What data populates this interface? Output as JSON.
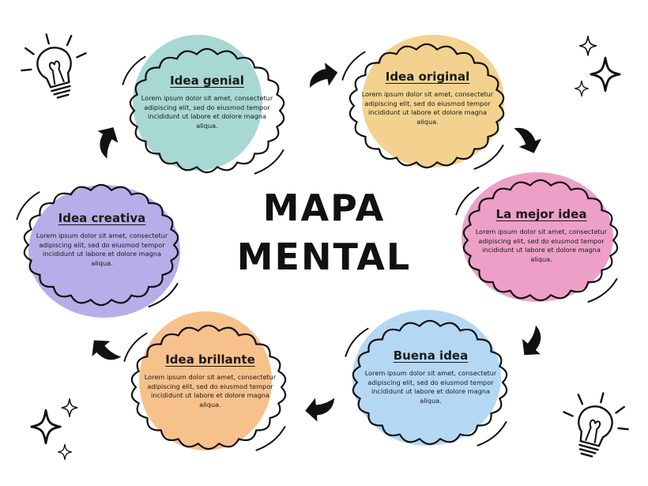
{
  "title": {
    "line1": "MAPA",
    "line2": "MENTAL"
  },
  "nodes": [
    {
      "id": "idea-genial",
      "title": "Idea genial",
      "color": "#a8d8d4",
      "body": "Lorem ipsum dolor sit amet, consectetur adipiscing elit, sed do eiusmod tempor incididunt ut labore et dolore magna aliqua."
    },
    {
      "id": "idea-original",
      "title": "Idea original",
      "color": "#f2d28e",
      "body": "Lorem ipsum dolor sit amet, consectetur adipiscing elit, sed do eiusmod tempor incididunt ut labore et dolore magna aliqua."
    },
    {
      "id": "la-mejor-idea",
      "title": "La mejor idea",
      "color": "#ee9fc8",
      "body": "Lorem ipsum dolor sit amet, consectetur adipiscing elit, sed do eiusmod tempor incididunt ut labore et dolore magna aliqua."
    },
    {
      "id": "buena-idea",
      "title": "Buena idea",
      "color": "#b4d8f3",
      "body": "Lorem ipsum dolor sit amet, consectetur adipiscing elit, sed do eiusmod tempor incididunt ut labore et dolore magna aliqua."
    },
    {
      "id": "idea-brillante",
      "title": "Idea brillante",
      "color": "#f7c18c",
      "body": "Lorem ipsum dolor sit amet, consectetur adipiscing elit, sed do eiusmod tempor incididunt ut labore et dolore magna aliqua."
    },
    {
      "id": "idea-creativa",
      "title": "Idea creativa",
      "color": "#b8ade8",
      "body": "Lorem ipsum dolor sit amet, consectetur adipiscing elit, sed do eiusmod tempor incididunt ut labore et dolore magna aliqua."
    }
  ],
  "colors": {
    "ink": "#111111",
    "background": "#ffffff"
  },
  "icons": [
    "lightbulb-icon",
    "sparkle-icon",
    "curved-arrow-icon"
  ]
}
